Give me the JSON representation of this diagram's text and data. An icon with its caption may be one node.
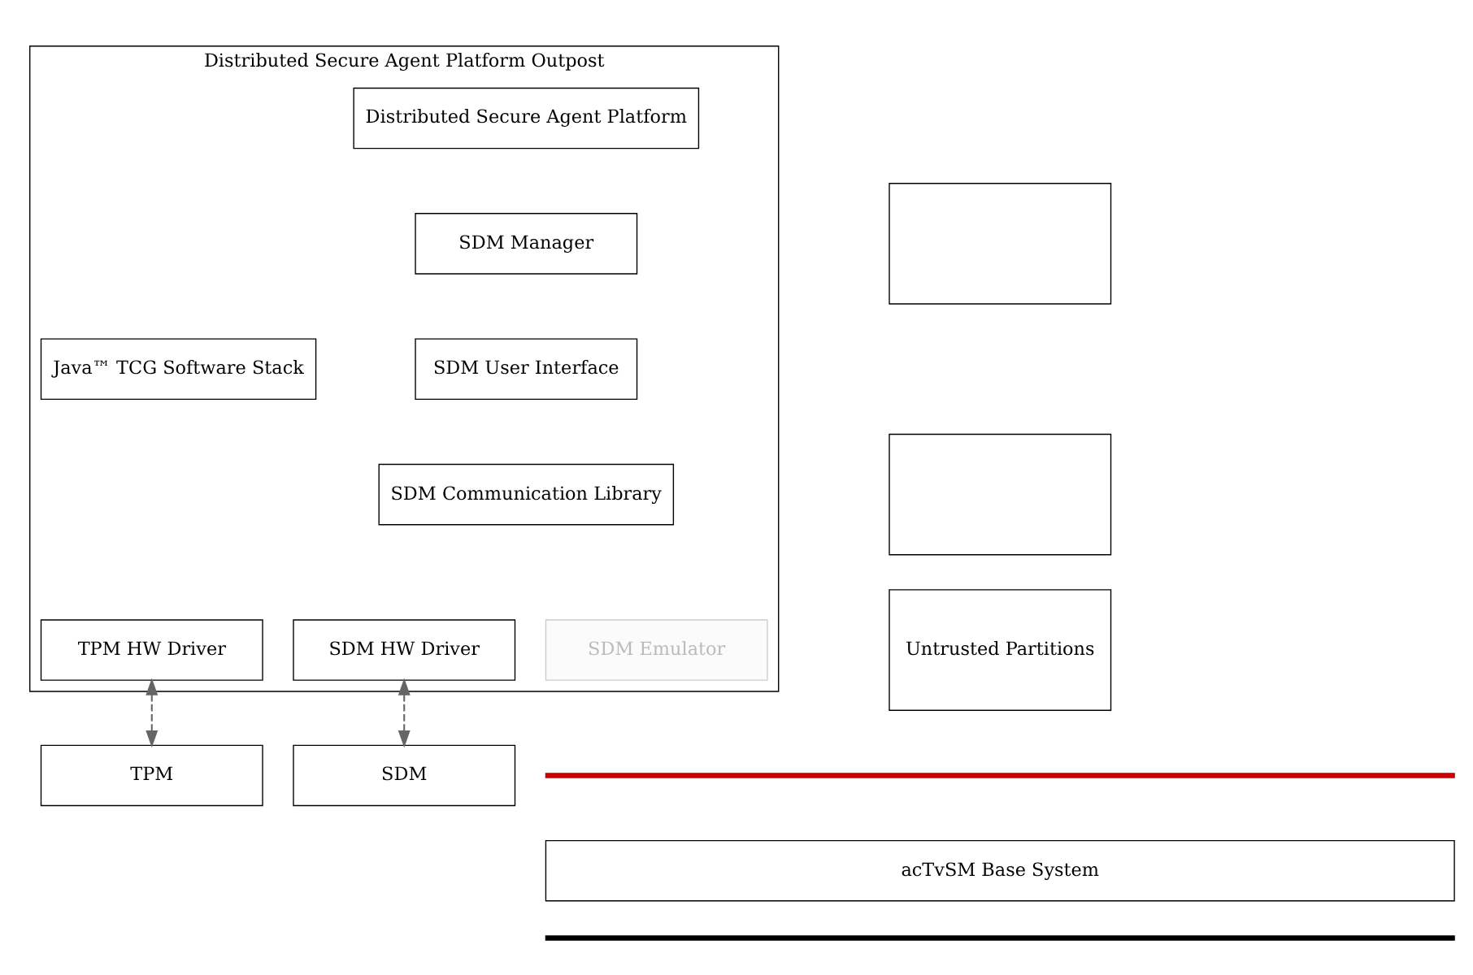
{
  "diagram": {
    "nodes": [
      {
        "text": [
          "Distributed Secure Agent Platform Outpost"
        ]
      },
      {
        "text": [
          "Distributed Secure Agent Platform"
        ],
        "in": 0
      },
      {
        "text": [
          "SDM Manager"
        ],
        "in": 0
      },
      {
        "text": [
          "SDM User Interface"
        ],
        "in": 0
      },
      {
        "text": [
          "Java™ TCG Software Stack"
        ],
        "in": 0
      },
      {
        "text": [
          "SDM Communication Library"
        ],
        "in": 0
      },
      {
        "text": [
          "SDM Emulator"
        ],
        "in": 0
      },
      {
        "text": [
          "SDM HW Driver"
        ],
        "in": 0
      },
      {
        "text": [
          "TPM HW Driver"
        ],
        "in": 0
      },
      {
        "text": [],
        "shape": "box"
      },
      {
        "text": [],
        "shape": "box"
      },
      {
        "text": [
          "Untrusted Partitions"
        ]
      },
      {
        "text": [
          "acTvSM Base System"
        ]
      },
      {
        "text": [
          "SDM"
        ]
      },
      {
        "text": [
          "TPM"
        ]
      }
    ],
    "edges": [
      {
        "from": 7,
        "to": 13,
        "arrow": "both",
        "style": "dashed"
      },
      {
        "from": 8,
        "to": 14,
        "arrow": "both",
        "style": "dashed"
      }
    ]
  }
}
